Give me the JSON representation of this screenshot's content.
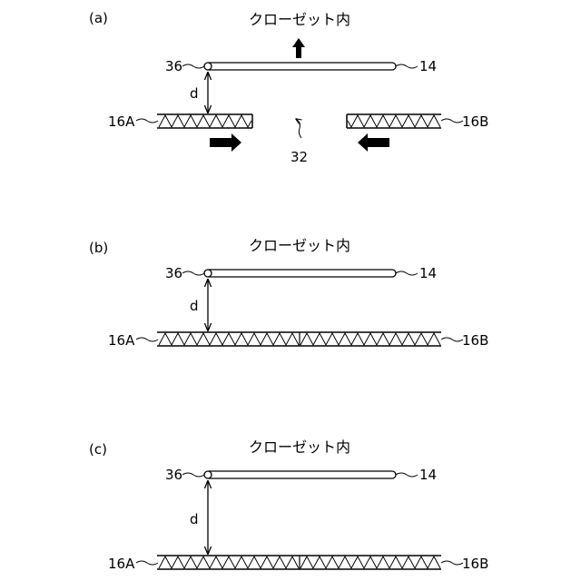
{
  "panels": [
    {
      "label": "(a)",
      "title": "クローゼット内",
      "left_label": "16A",
      "right_label": "16B",
      "top_left_label": "36",
      "top_right_label": "14",
      "distance_label": "d",
      "gap_label": "32"
    },
    {
      "label": "(b)",
      "title": "クローゼット内",
      "left_label": "16A",
      "right_label": "16B",
      "top_left_label": "36",
      "top_right_label": "14",
      "distance_label": "d"
    },
    {
      "label": "(c)",
      "title": "クローゼット内",
      "left_label": "16A",
      "right_label": "16B",
      "top_left_label": "36",
      "top_right_label": "14",
      "distance_label": "d"
    }
  ],
  "colors": {
    "ink": "#000000",
    "background": "#ffffff"
  }
}
